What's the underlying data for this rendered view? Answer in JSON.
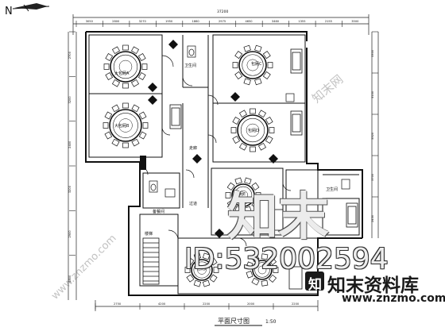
{
  "drawing": {
    "north_label": "N",
    "overall_width_label": "37200",
    "scale_label": "1:50",
    "title": "平面尺寸图"
  },
  "top_dims": [
    "3050",
    "2800",
    "3270",
    "1950",
    "1860",
    "2975",
    "4650",
    "3460",
    "1355",
    "2155",
    "3500"
  ],
  "left_dims": [
    "2700",
    "3200",
    "2400",
    "3200",
    "2900",
    "4500"
  ],
  "right_dims": [
    "3300",
    "3100",
    "3320",
    "3700",
    "2450"
  ],
  "bottom_dims": [
    "2750",
    "4200",
    "2200",
    "2000",
    "2200"
  ],
  "room_labels": {
    "r1": "大包厢A",
    "r2": "大包厢B",
    "r3": "包厢C",
    "r4": "包厢D",
    "r5": "包厢E",
    "r6": "包厢F",
    "corridor": "走廊",
    "wc1": "卫生间",
    "wc2": "卫生间",
    "stair": "楼梯",
    "kitchen": "备餐间",
    "hall": "过道"
  },
  "watermark": {
    "brand_big": "知末",
    "id": "ID:532002594",
    "brand": "知末资料库",
    "url": "www.znzmo.com",
    "diag1": "www.znzmo.com",
    "diag2": "知末网",
    "logo_char": "知"
  }
}
